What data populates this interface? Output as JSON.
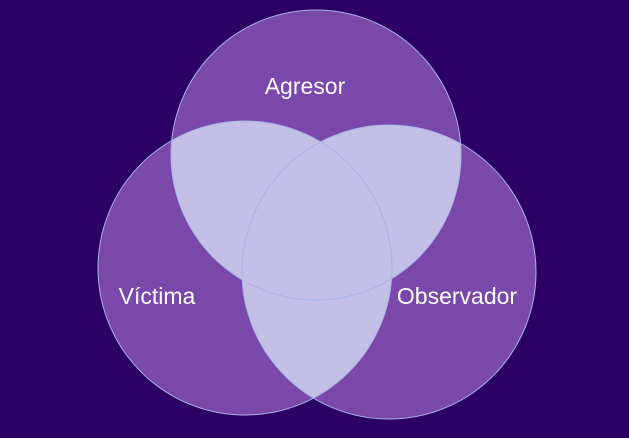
{
  "diagram": {
    "type": "venn-3",
    "sets": [
      {
        "id": "top",
        "label": "Agresor"
      },
      {
        "id": "left",
        "label": "Víctima"
      },
      {
        "id": "right",
        "label": "Observador"
      }
    ]
  },
  "colors": {
    "background": "#2d0066",
    "circle_fill": "#7a48aa",
    "overlap_fill": "#c4bfe6",
    "outline": "#a6b3e8",
    "label_text": "#ffffff"
  }
}
